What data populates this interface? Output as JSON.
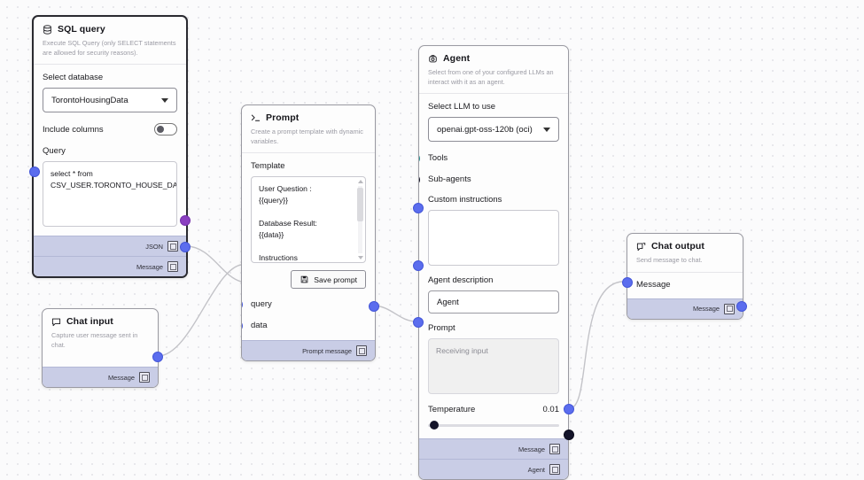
{
  "canvas": {
    "background_color": "#fbfbfc",
    "dot_color": "#e2e2e6"
  },
  "colors": {
    "port_blue": "#5b6dee",
    "port_purple": "#8a3fc0",
    "port_teal": "#2aa3a3",
    "port_dark": "#14142a",
    "footer_bar": "#c9cde6",
    "edge": "#c3c3c8"
  },
  "nodes": {
    "sql_query": {
      "title": "SQL query",
      "icon": "database-icon",
      "description": "Execute SQL Query (only SELECT statements are allowed for security reasons).",
      "select_database_label": "Select database",
      "database_value": "TorontoHousingData",
      "include_columns_label": "Include columns",
      "include_columns_state": "off",
      "query_label": "Query",
      "query_value": "select * from CSV_USER.TORONTO_HOUSE_DATA",
      "outputs": [
        {
          "label": "JSON",
          "color": "purple"
        },
        {
          "label": "Message",
          "color": "blue"
        }
      ]
    },
    "chat_input": {
      "title": "Chat input",
      "icon": "chat-bubble-icon",
      "description": "Capture user message sent in chat.",
      "outputs": [
        {
          "label": "Message",
          "color": "blue"
        }
      ]
    },
    "prompt": {
      "title": "Prompt",
      "icon": "terminal-icon",
      "description": "Create a prompt template with dynamic variables.",
      "template_label": "Template",
      "template_value": "User Question :\n{{query}}\n\nDatabase Result:\n{{data}}\n\nInstructions",
      "save_button": "Save prompt",
      "save_icon": "save-icon",
      "inputs": [
        {
          "label": "query",
          "color": "blue"
        },
        {
          "label": "data",
          "color": "blue"
        }
      ],
      "outputs": [
        {
          "label": "Prompt message",
          "color": "blue"
        }
      ]
    },
    "agent": {
      "title": "Agent",
      "icon": "robot-icon",
      "description": "Select from one of your configured LLMs an interact with it as an agent.",
      "select_llm_label": "Select LLM to use",
      "llm_value": "openai.gpt-oss-120b (oci)",
      "tools_label": "Tools",
      "sub_agents_label": "Sub-agents",
      "custom_instructions_label": "Custom instructions",
      "custom_instructions_value": "",
      "agent_description_label": "Agent description",
      "agent_description_value": "Agent",
      "prompt_label": "Prompt",
      "prompt_placeholder": "Receiving input",
      "temperature_label": "Temperature",
      "temperature_value": "0.01",
      "outputs": [
        {
          "label": "Message",
          "color": "blue"
        },
        {
          "label": "Agent",
          "color": "dark"
        }
      ]
    },
    "chat_output": {
      "title": "Chat output",
      "icon": "chat-output-icon",
      "description": "Send message to chat.",
      "message_label": "Message",
      "outputs": [
        {
          "label": "Message",
          "color": "blue"
        }
      ]
    }
  }
}
